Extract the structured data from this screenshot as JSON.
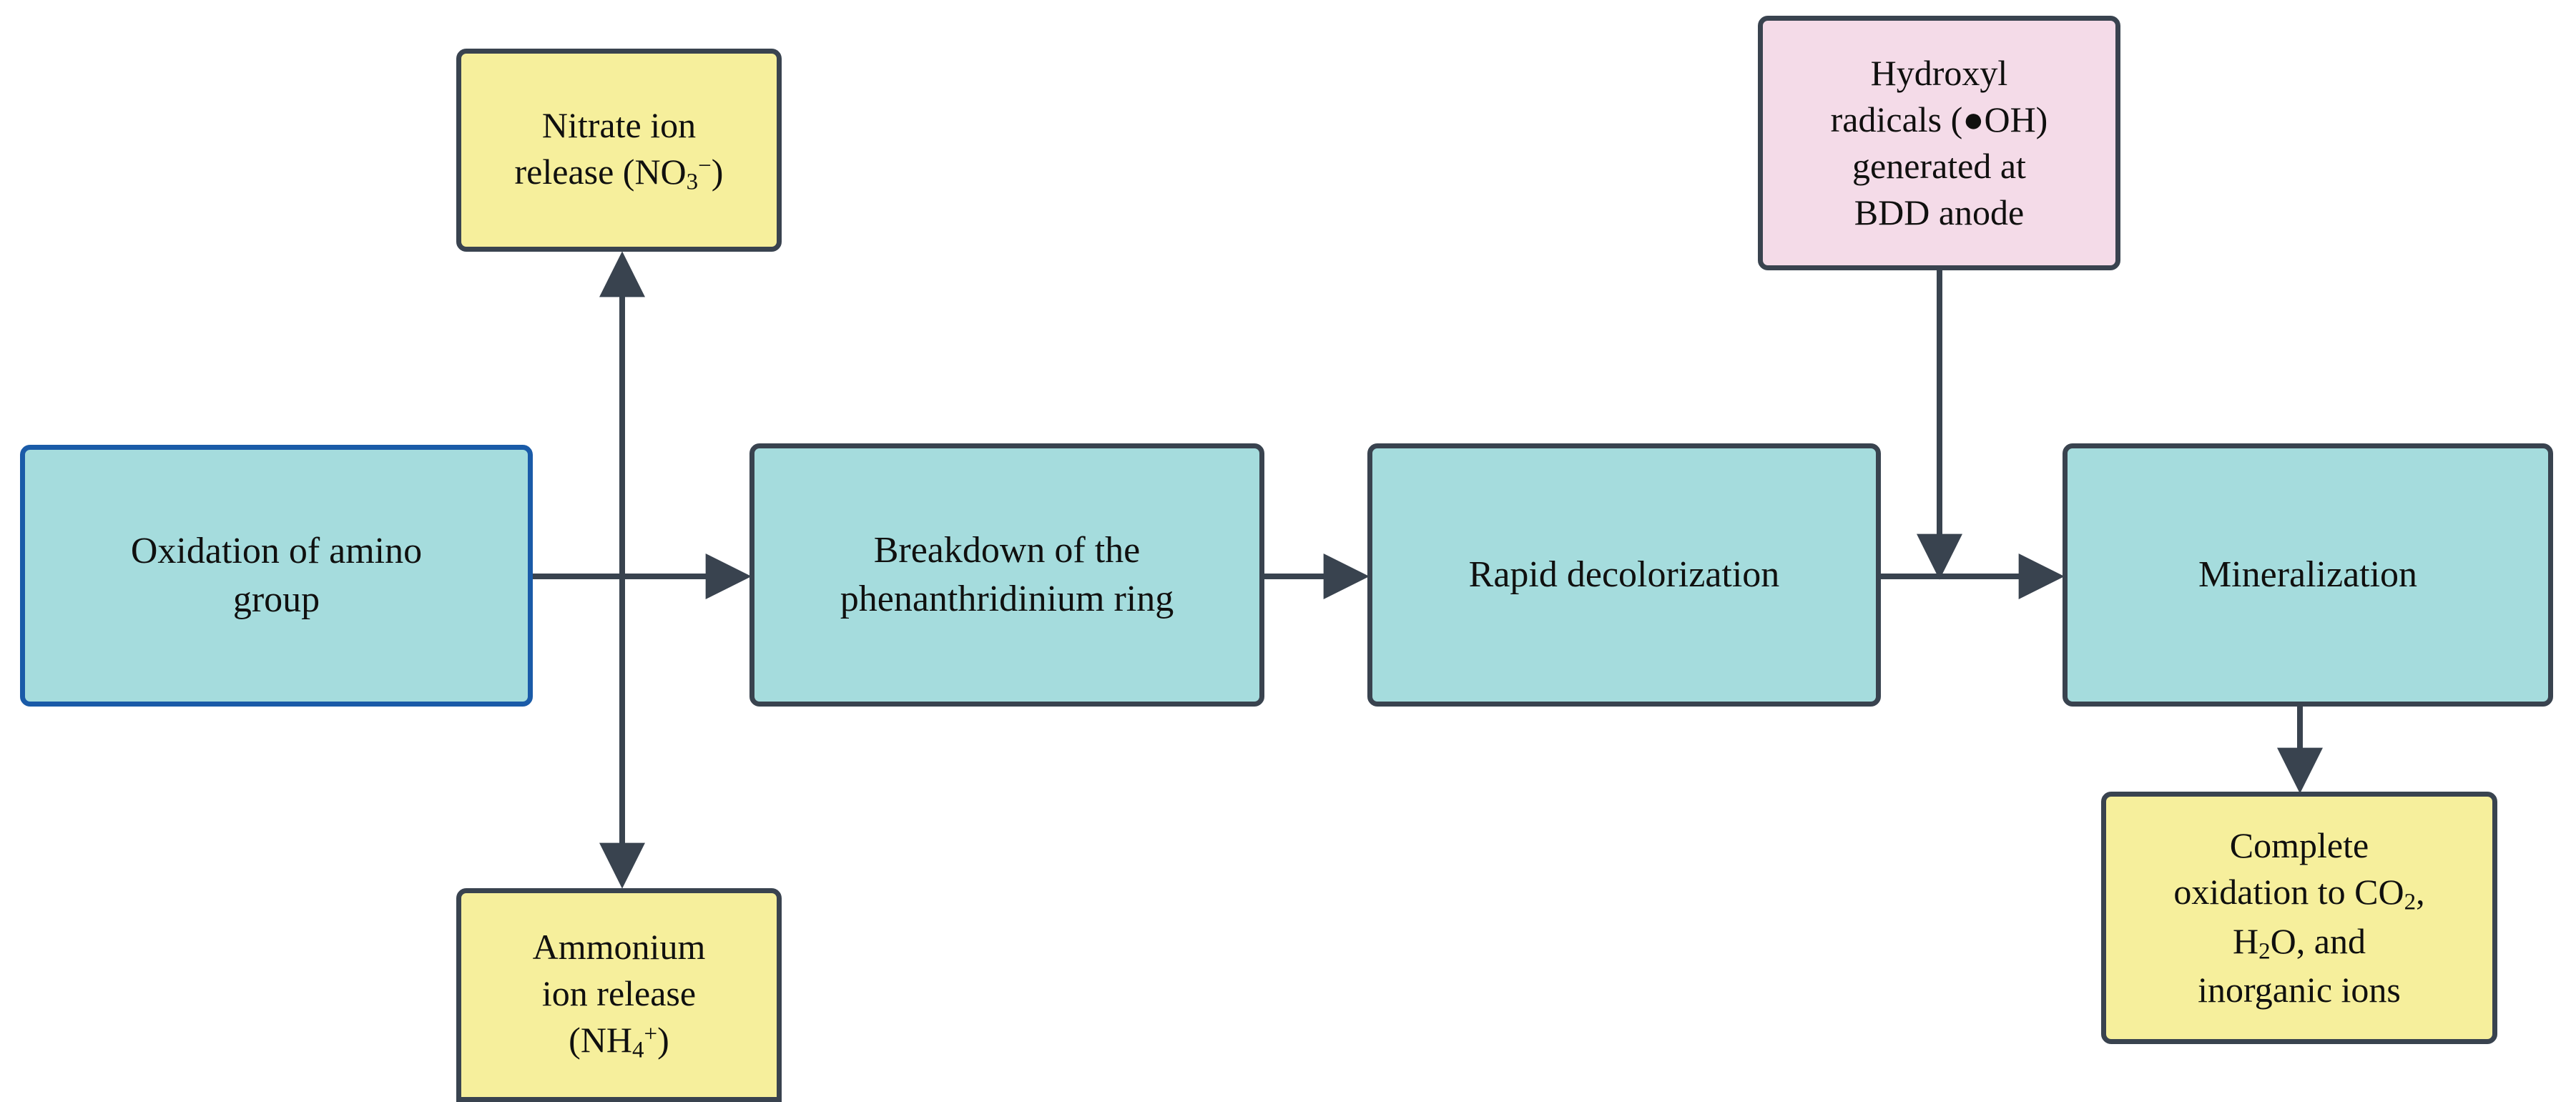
{
  "diagram": {
    "title": "Degradation pathway flowchart",
    "colors": {
      "teal_fill": "#a5dcdd",
      "yellow_fill": "#f6ef9c",
      "pink_fill": "#f4dbe8",
      "dark_border": "#39434f",
      "blue_border": "#1a5ba8",
      "edge_stroke": "#39434f",
      "text": "#10100f"
    },
    "nodes": [
      {
        "id": "oxidation-amino-group",
        "text": "Oxidation of amino\ngroup",
        "shape": "rounded-rectangle",
        "fill": "#a5dcdd",
        "border": "#1a5ba8"
      },
      {
        "id": "nitrate-ion-release",
        "text_lines": [
          "Nitrate ion",
          "release (NO",
          "3",
          "−",
          ")"
        ],
        "text_plain": "Nitrate ion release (NO3-)",
        "shape": "rounded-rectangle",
        "fill": "#f6ef9c",
        "border": "#39434f"
      },
      {
        "id": "ammonium-ion-release",
        "text_plain": "Ammonium ion release (NH4+)",
        "shape": "rounded-rectangle",
        "fill": "#f6ef9c",
        "border": "#39434f"
      },
      {
        "id": "breakdown-phenanthridinium-ring",
        "text": "Breakdown of the\nphenanthridinium ring",
        "shape": "rounded-rectangle",
        "fill": "#a5dcdd",
        "border": "#39434f"
      },
      {
        "id": "rapid-decolorization",
        "text": "Rapid decolorization",
        "shape": "rounded-rectangle",
        "fill": "#a5dcdd",
        "border": "#39434f"
      },
      {
        "id": "hydroxyl-radicals-bdd-anode",
        "text_plain": "Hydroxyl radicals (●OH) generated at BDD anode",
        "shape": "rounded-rectangle",
        "fill": "#f4dbe8",
        "border": "#39434f"
      },
      {
        "id": "mineralization",
        "text": "Mineralization",
        "shape": "rounded-rectangle",
        "fill": "#a5dcdd",
        "border": "#39434f"
      },
      {
        "id": "complete-oxidation-products",
        "text_plain": "Complete oxidation to CO2, H2O, and inorganic ions",
        "shape": "rounded-rectangle",
        "fill": "#f6ef9c",
        "border": "#39434f"
      }
    ],
    "edges": [
      {
        "from": "oxidation-amino-group",
        "to": "breakdown-phenanthridinium-ring",
        "direction": "right"
      },
      {
        "from": "oxidation-amino-group",
        "to": "nitrate-ion-release",
        "direction": "up"
      },
      {
        "from": "oxidation-amino-group",
        "to": "ammonium-ion-release",
        "direction": "down"
      },
      {
        "from": "breakdown-phenanthridinium-ring",
        "to": "rapid-decolorization",
        "direction": "right"
      },
      {
        "from": "rapid-decolorization",
        "to": "mineralization",
        "direction": "right"
      },
      {
        "from": "hydroxyl-radicals-bdd-anode",
        "to": "rapid-decolorization-to-mineralization-edge",
        "direction": "down"
      },
      {
        "from": "mineralization",
        "to": "complete-oxidation-products",
        "direction": "down"
      }
    ]
  },
  "nodes": {
    "oxidation_amino_group": {
      "line1": "Oxidation of amino",
      "line2": "group"
    },
    "nitrate_ion_release": {
      "line1": "Nitrate ion",
      "line2_pre": "release (NO",
      "line2_sub": "3",
      "line2_sup": "−",
      "line2_post": ")"
    },
    "ammonium_ion_release": {
      "line1": "Ammonium",
      "line2": "ion release",
      "line3_pre": "(NH",
      "line3_sub": "4",
      "line3_sup": "+",
      "line3_post": ")"
    },
    "breakdown_phenanthridinium_ring": {
      "line1": "Breakdown of the",
      "line2": "phenanthridinium ring"
    },
    "rapid_decolorization": {
      "line1": "Rapid decolorization"
    },
    "hydroxyl_radicals": {
      "line1": "Hydroxyl",
      "line2_pre": "radicals (",
      "line2_dot": "●",
      "line2_post": "OH)",
      "line3": "generated at",
      "line4": "BDD anode"
    },
    "mineralization": {
      "line1": "Mineralization"
    },
    "complete_oxidation": {
      "line1": "Complete",
      "line2_pre": "oxidation to CO",
      "line2_sub": "2",
      "line2_post": ",",
      "line3_pre": "H",
      "line3_sub": "2",
      "line3_post": "O, and",
      "line4": "inorganic ions"
    }
  }
}
